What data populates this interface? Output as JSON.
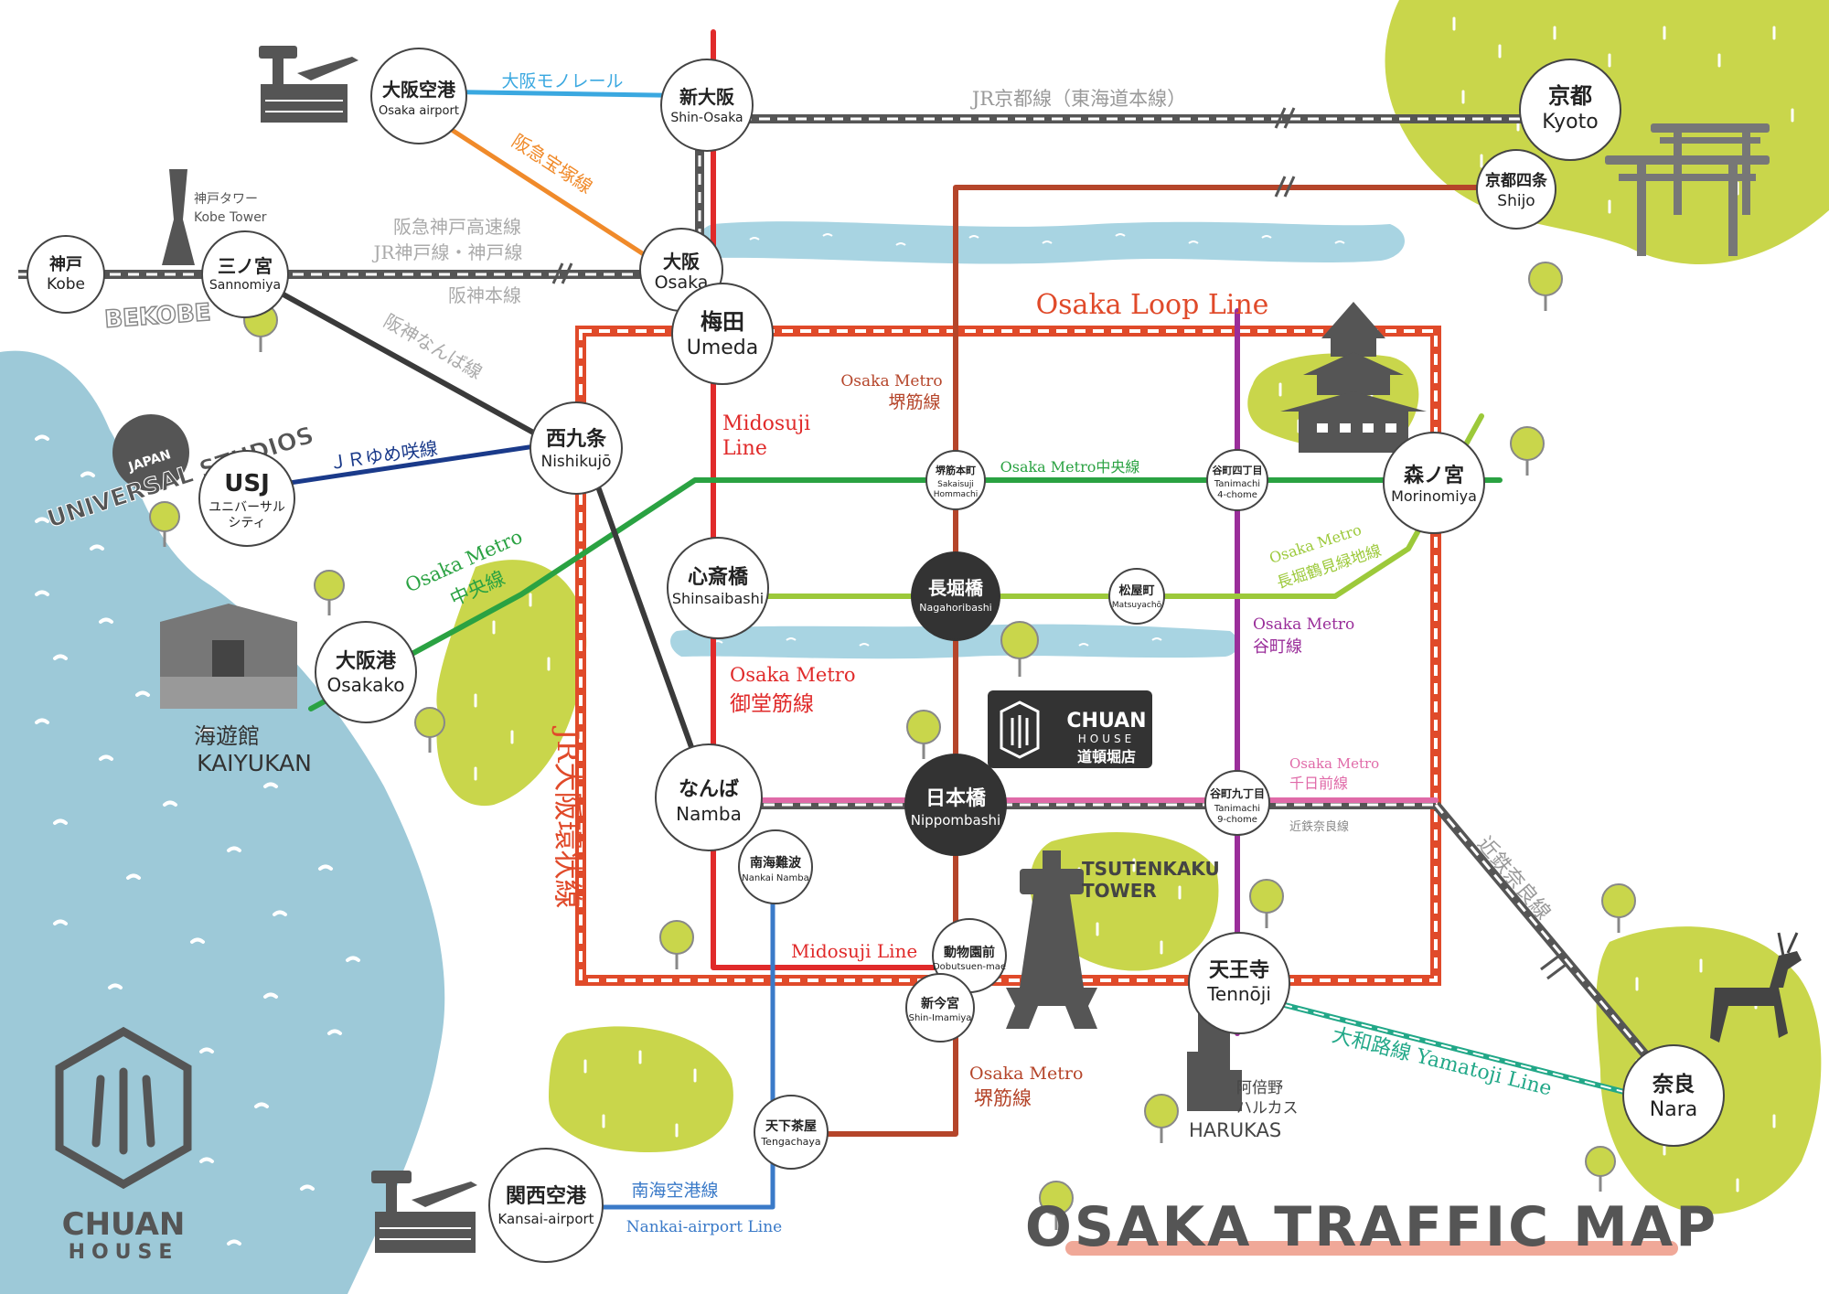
{
  "title": "OSAKA TRAFFIC MAP",
  "brand": {
    "name": "CHUAN",
    "sub": "HOUSE",
    "badge_name": "CHUAN",
    "badge_sub": "HOUSE",
    "badge_branch": "道頓堀店"
  },
  "colors": {
    "sea": "#9dc9d8",
    "river": "#a8d4e2",
    "park": "#c9d64b",
    "midosuji": "#e02a2a",
    "loop": "#e04a2a",
    "sakaisuji": "#b5452a",
    "chuo": "#2aa242",
    "tanimachi": "#9a2e9a",
    "nagahori": "#9cc93a",
    "sennichimae": "#e06aa8",
    "yumesaki": "#1a3a8a",
    "monorail": "#3aa8e0",
    "hankyu": "#f08a2a",
    "nankai": "#3a7ac8",
    "yamatoji": "#22a888",
    "jr": "#555555"
  },
  "stations": {
    "osaka_airport": {
      "jp": "大阪空港",
      "en": "Osaka airport"
    },
    "shin_osaka": {
      "jp": "新大阪",
      "en": "Shin-Osaka"
    },
    "kyoto": {
      "jp": "京都",
      "en": "Kyoto"
    },
    "shijo": {
      "jp": "京都四条",
      "en": "Shijo"
    },
    "kobe": {
      "jp": "神戸",
      "en": "Kobe"
    },
    "sannomiya": {
      "jp": "三ノ宮",
      "en": "Sannomiya"
    },
    "osaka": {
      "jp": "大阪",
      "en": "Osaka"
    },
    "umeda": {
      "jp": "梅田",
      "en": "Umeda"
    },
    "nishikujo": {
      "jp": "西九条",
      "en": "Nishikujō"
    },
    "usj": {
      "jp": "USJ",
      "en": "ユニバーサル",
      "en2": "シティ"
    },
    "sakaisuji_hommachi": {
      "jp": "堺筋本町",
      "en": "Sakaisuji",
      "en2": "Hommachi"
    },
    "tanimachi4": {
      "jp": "谷町四丁目",
      "en": "Tanimachi",
      "en2": "4-chome"
    },
    "morinomiya": {
      "jp": "森ノ宮",
      "en": "Morinomiya"
    },
    "shinsaibashi": {
      "jp": "心斎橋",
      "en": "Shinsaibashi"
    },
    "nagahoribashi": {
      "jp": "長堀橋",
      "en": "Nagahoribashi"
    },
    "matsuyacho": {
      "jp": "松屋町",
      "en": "Matsuyachō"
    },
    "osakako": {
      "jp": "大阪港",
      "en": "Osakako"
    },
    "namba": {
      "jp": "なんば",
      "en": "Namba"
    },
    "nippombashi": {
      "jp": "日本橋",
      "en": "Nippombashi"
    },
    "tanimachi9": {
      "jp": "谷町九丁目",
      "en": "Tanimachi",
      "en2": "9-chome"
    },
    "nankai_namba": {
      "jp": "南海難波",
      "en": "Nankai Namba"
    },
    "dobutsuen": {
      "jp": "動物園前",
      "en": "Dobutsuen-mae"
    },
    "shin_imamiya": {
      "jp": "新今宮",
      "en": "Shin-Imamiya"
    },
    "tennoji": {
      "jp": "天王寺",
      "en": "Tennōji"
    },
    "nara": {
      "jp": "奈良",
      "en": "Nara"
    },
    "tengachaya": {
      "jp": "天下茶屋",
      "en": "Tengachaya"
    },
    "kansai_airport": {
      "jp": "関西空港",
      "en": "Kansai-airport"
    }
  },
  "labels": {
    "monorail": "大阪モノレール",
    "jr_kyoto": "JR京都線（東海道本線）",
    "hankyu_takarazuka": "阪急宝塚線",
    "hanshin_kobe_exp": "阪急神戸高速線",
    "jr_kobe": "JR神戸線・神戸線",
    "hanshin_main": "阪神本線",
    "hanshin_namba": "阪神なんば線",
    "yumesaki": "ＪＲゆめ咲線",
    "loop_en": "Osaka Loop Line",
    "loop_jp": "JR大阪環状線",
    "sakaisuji_top_en": "Osaka Metro",
    "sakaisuji_top_jp": "堺筋線",
    "midosuji_top": "Midosuji",
    "midosuji_top2": "Line",
    "chuo_right": "Osaka Metro中央線",
    "chuo_left_en": "Osaka Metro",
    "chuo_left_jp": "中央線",
    "nagahori_en": "Osaka Metro",
    "nagahori_jp": "長堀鶴見緑地線",
    "tanimachi_en": "Osaka Metro",
    "tanimachi_jp": "谷町線",
    "midosuji_mid_en": "Osaka Metro",
    "midosuji_mid_jp": "御堂筋線",
    "sennichimae_en": "Osaka Metro",
    "sennichimae_jp": "千日前線",
    "kintetsu_small": "近鉄奈良線",
    "kintetsu_big": "近鉄奈良線",
    "midosuji_bottom": "Midosuji Line",
    "sakaisuji_bottom_en": "Osaka Metro",
    "sakaisuji_bottom_jp": "堺筋線",
    "yamatoji": "大和路線  Yamatoji Line",
    "nankai_jp": "南海空港線",
    "nankai_en": "Nankai-airport Line"
  },
  "landmarks": {
    "kobe_tower_jp": "神戸タワー",
    "kobe_tower_en": "Kobe Tower",
    "bekobe": "BEKOBE",
    "universal": "UNIVERSAL STUDIOS",
    "japan": "JAPAN",
    "kaiyukan_jp": "海遊館",
    "kaiyukan_en": "KAIYUKAN",
    "tsutenkaku": "TSUTENKAKU",
    "tower": "TOWER",
    "abeno_1": "阿倍野",
    "abeno_2": "ハルカス",
    "harukas": "HARUKAS"
  }
}
